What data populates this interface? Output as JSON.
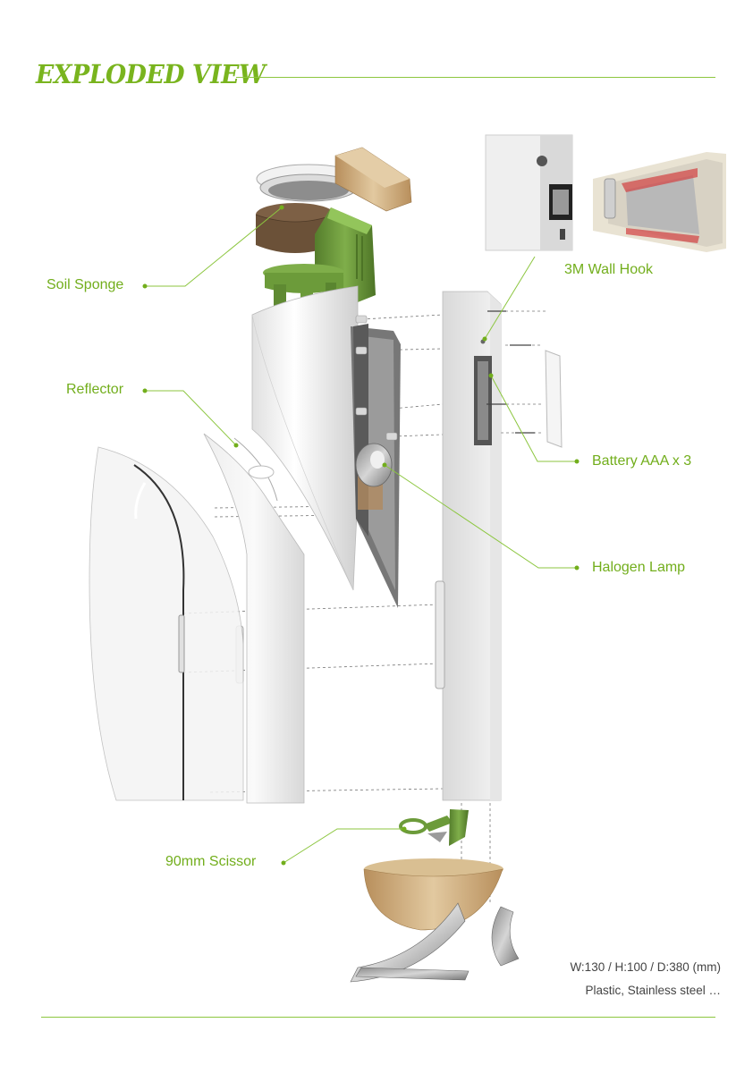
{
  "header": {
    "title": "EXPLODED VIEW"
  },
  "labels": {
    "soil_sponge": "Soil Sponge",
    "reflector": "Reflector",
    "scissor": "90mm Scissor",
    "wall_hook": "3M Wall Hook",
    "battery": "Battery AAA x 3",
    "halogen_lamp": "Halogen Lamp"
  },
  "specs": {
    "dimensions": "W:130 / H:100 / D:380 (mm)",
    "materials": "Plastic, Stainless steel …"
  },
  "colors": {
    "accent": "#79b41e",
    "line": "#8cc63f",
    "green_part": "#6c9b3a",
    "wood": "#c9a574",
    "soil": "#6b5138"
  }
}
